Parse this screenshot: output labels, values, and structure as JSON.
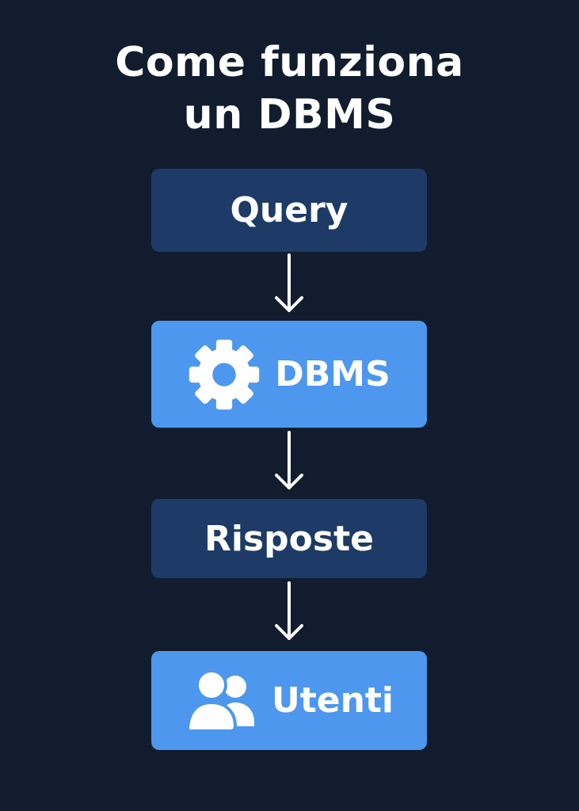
{
  "title": {
    "line1": "Come funziona",
    "line2": "un DBMS"
  },
  "steps": [
    {
      "label": "Query",
      "style": "dark",
      "icon": null
    },
    {
      "label": "DBMS",
      "style": "light",
      "icon": "gear-icon"
    },
    {
      "label": "Risposte",
      "style": "dark",
      "icon": null
    },
    {
      "label": "Utenti",
      "style": "light",
      "icon": "users-icon"
    }
  ],
  "colors": {
    "background": "#111d2e",
    "dark_box": "#1d3b66",
    "light_box": "#4d97ee",
    "text": "#ffffff"
  }
}
